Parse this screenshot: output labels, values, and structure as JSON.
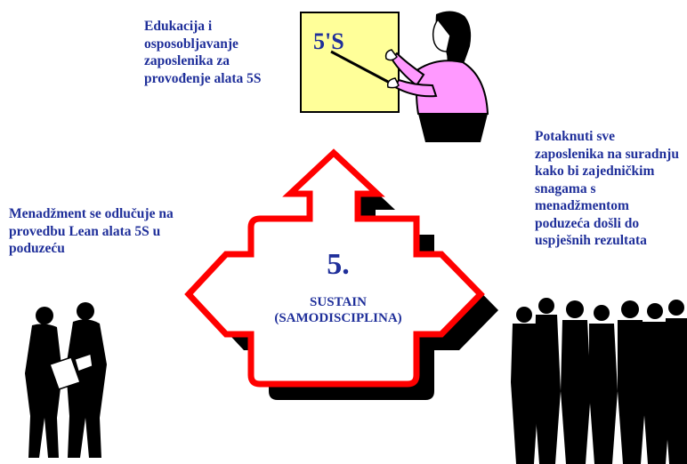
{
  "texts": {
    "top": "Edukacija i osposobljavanje zaposlenika za provođenje alata 5S",
    "left": "Menadžment se odlučuje na provedbu Lean alata 5S u poduzeću",
    "right": "Potaknuti sve zaposlenika na suradnju kako bi zajedničkim snagama s menadžmentom poduzeća došli do uspješnih rezultata"
  },
  "board_label": "5'S",
  "center": {
    "number": "5.",
    "title": "SUSTAIN",
    "subtitle": "(SAMODISCIPLINA)"
  },
  "colors": {
    "text": "#1f2f9a",
    "arrow_outline": "#ff0000",
    "arrow_shadow": "#000000",
    "board": "#ffff99",
    "shirt": "#ff99ff"
  },
  "icons": [
    "presenter-figure",
    "businessmen-figures",
    "crowd-silhouette"
  ]
}
